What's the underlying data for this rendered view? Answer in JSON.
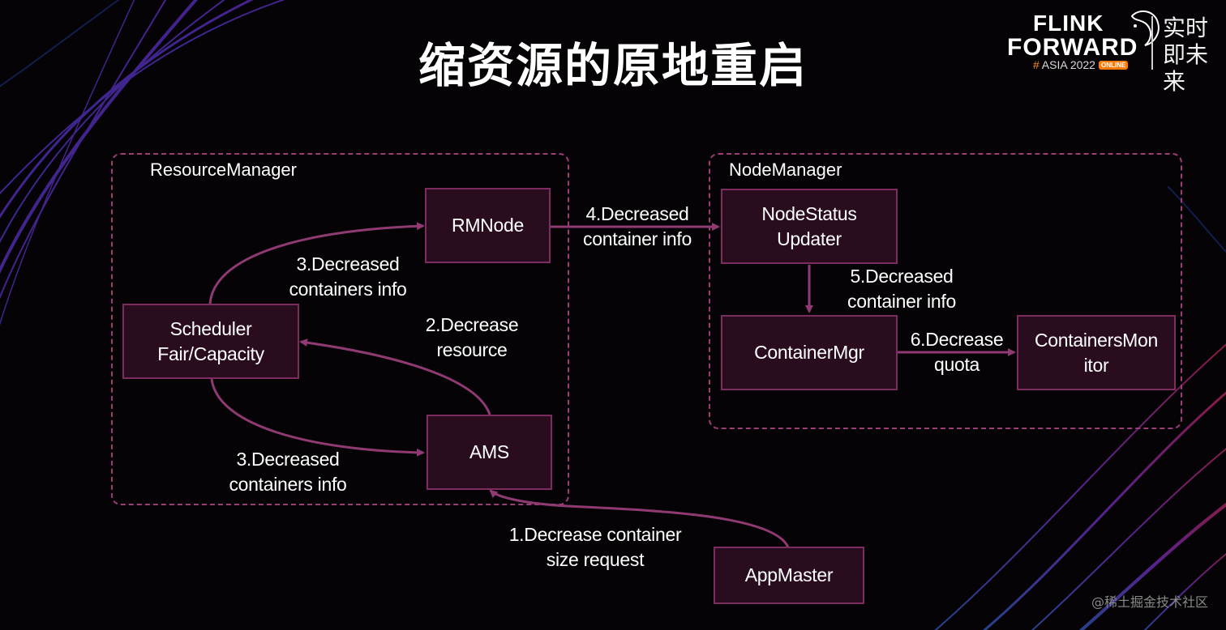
{
  "slide": {
    "title": "缩资源的原地重启"
  },
  "logo": {
    "line1": "FLINK",
    "line2": "FORWARD",
    "hash": "#",
    "event": "ASIA 2022",
    "badge": "ONLINE",
    "slogan": "实时即未来"
  },
  "groups": {
    "resource_manager": "ResourceManager",
    "node_manager": "NodeManager"
  },
  "nodes": {
    "rmnode": "RMNode",
    "scheduler_line1": "Scheduler",
    "scheduler_line2": "Fair/Capacity",
    "ams": "AMS",
    "appmaster": "AppMaster",
    "nodestatus_line1": "NodeStatus",
    "nodestatus_line2": "Updater",
    "containermgr": "ContainerMgr",
    "containersmonitor_line1": "ContainersMon",
    "containersmonitor_line2": "itor"
  },
  "edges": {
    "step1_line1": "1.Decrease container",
    "step1_line2": "size request",
    "step2_line1": "2.Decrease",
    "step2_line2": "resource",
    "step3_top_line1": "3.Decreased",
    "step3_top_line2": "containers info",
    "step3_bottom_line1": "3.Decreased",
    "step3_bottom_line2": "containers info",
    "step4_line1": "4.Decreased",
    "step4_line2": "container info",
    "step5_line1": "5.Decreased",
    "step5_line2": "container info",
    "step6_line1": "6.Decrease",
    "step6_line2": "quota"
  },
  "watermark": "@稀土掘金技术社区",
  "colors": {
    "arrow": "#8f3a72",
    "box_fill": "#2a0c1f",
    "box_border": "#7d2c60",
    "dashed_border": "#9c3d78"
  }
}
